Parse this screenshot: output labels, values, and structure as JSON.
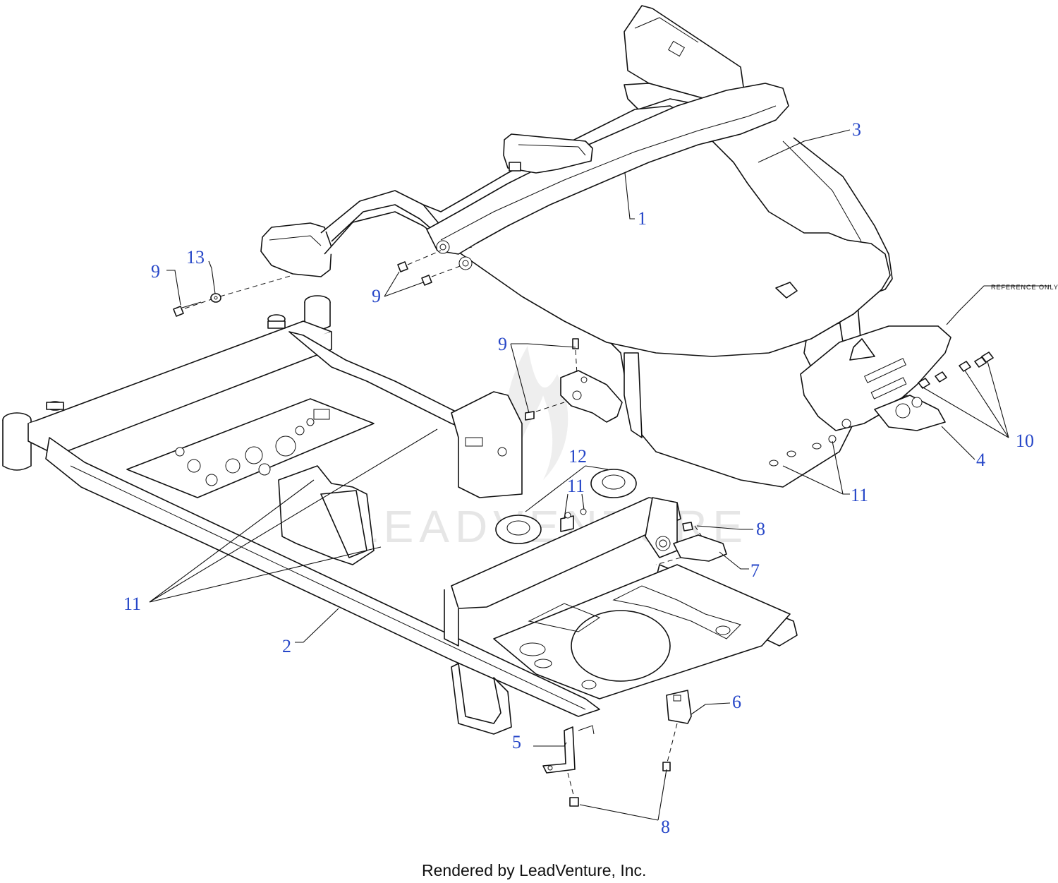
{
  "callouts": [
    {
      "id": "c1",
      "label": "1"
    },
    {
      "id": "c2",
      "label": "2"
    },
    {
      "id": "c3",
      "label": "3"
    },
    {
      "id": "c4",
      "label": "4"
    },
    {
      "id": "c5",
      "label": "5"
    },
    {
      "id": "c6",
      "label": "6"
    },
    {
      "id": "c7",
      "label": "7"
    },
    {
      "id": "c8a",
      "label": "8"
    },
    {
      "id": "c8b",
      "label": "8"
    },
    {
      "id": "c9a",
      "label": "9"
    },
    {
      "id": "c9b",
      "label": "9"
    },
    {
      "id": "c9c",
      "label": "9"
    },
    {
      "id": "c10",
      "label": "10"
    },
    {
      "id": "c11a",
      "label": "11"
    },
    {
      "id": "c11b",
      "label": "11"
    },
    {
      "id": "c11c",
      "label": "11"
    },
    {
      "id": "c12",
      "label": "12"
    },
    {
      "id": "c13",
      "label": "13"
    }
  ],
  "reference_note": "REFERENCE ONLY",
  "watermark": "LEADVENTURE",
  "footer": "Rendered by LeadVenture, Inc.",
  "colors": {
    "callout": "#2747c8",
    "line": "#111111",
    "background": "#ffffff",
    "watermark": "#e6e6e6"
  }
}
